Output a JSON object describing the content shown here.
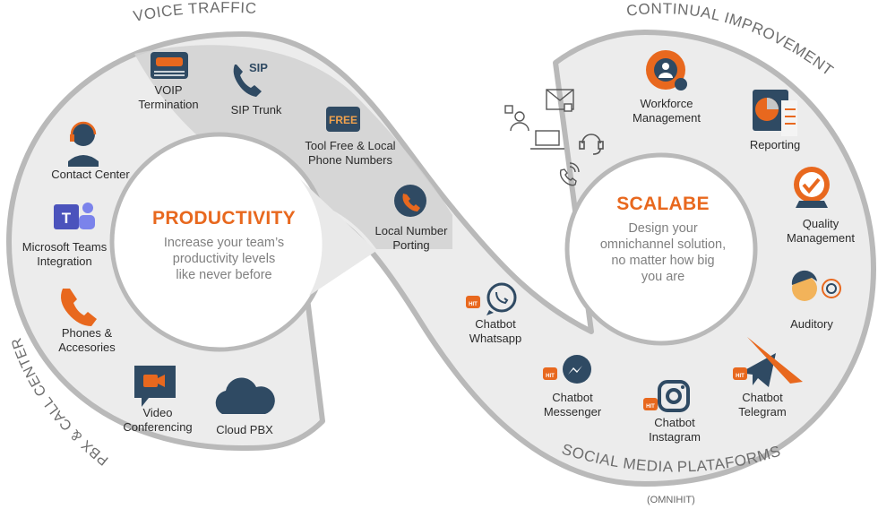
{
  "section_titles": {
    "voice_traffic": "VOICE TRAFFIC",
    "continual_improvement": "CONTINUAL IMPROVEMENT",
    "pbx_call_center": "PBX & CALL CENTER",
    "social_media": "SOCIAL MEDIA PLATAFORMS",
    "omnihit": "(OMNIHIT)"
  },
  "left_center": {
    "title": "PRODUCTIVITY",
    "line1": "Increase your team’s",
    "line2": "productivity levels",
    "line3": "like never before"
  },
  "right_center": {
    "title": "SCALABE",
    "line1": "Design your",
    "line2": "omnichannel solution,",
    "line3": "no matter how big",
    "line4": "you are"
  },
  "left_items": {
    "voip_1": "VOIP",
    "voip_2": "Termination",
    "sip_trunk": "SIP Trunk",
    "sip_badge": "SIP",
    "free_badge": "FREE",
    "tollfree_1": "Tool Free & Local",
    "tollfree_2": "Phone Numbers",
    "porting_1": "Local Number",
    "porting_2": "Porting",
    "contact_center": "Contact Center",
    "teams_1": "Microsoft Teams",
    "teams_2": "Integration",
    "phones_1": "Phones &",
    "phones_2": "Accesories",
    "video_1": "Video",
    "video_2": "Conferencing",
    "cloud_pbx": "Cloud PBX"
  },
  "right_items": {
    "wfm_1": "Workforce",
    "wfm_2": "Management",
    "reporting": "Reporting",
    "quality_1": "Quality",
    "quality_2": "Management",
    "auditory": "Auditory",
    "whatsapp_1": "Chatbot",
    "whatsapp_2": "Whatsapp",
    "messenger_1": "Chatbot",
    "messenger_2": "Messenger",
    "instagram_1": "Chatbot",
    "instagram_2": "Instagram",
    "telegram_1": "Chatbot",
    "telegram_2": "Telegram",
    "hit_badge": "HIT"
  },
  "colors": {
    "accent": "#e8681e",
    "navy": "#2f4a63",
    "band": "#ececec",
    "band_dark": "#d2d2d2",
    "outline": "#b9b9b9"
  }
}
